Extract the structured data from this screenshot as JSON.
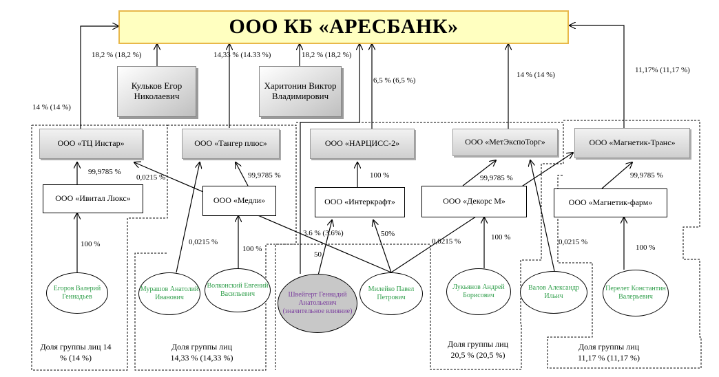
{
  "title": "ООО КБ «АРЕСБАНК»",
  "persons": {
    "kulkov": "Кульков Егор Николаевич",
    "kharitonin": "Харитонин Виктор Владимирович"
  },
  "companies": {
    "instar": "ООО «ТЦ Инстар»",
    "tanger": "ООО «Тангер плюс»",
    "narciss": "ООО «НАРЦИСС-2»",
    "metexpo": "ООО «МетЭкспоТорг»",
    "magnetik_trans": "ООО «Магнетик-Транс»",
    "ivital": "ООО «Ивитал Люкс»",
    "medli": "ООО «Медли»",
    "interkraft": "ООО «Интеркрафт»",
    "dekors": "ООО «Декорс М»",
    "magnetik_farm": "ООО «Магнетик-фарм»"
  },
  "individuals": {
    "egorov": "Егоров Валерий Геннадьев",
    "murashov": "Мурашов Анатолий Иванович",
    "volkonsky": "Волконский Евгений Васильевич",
    "shveigert": "Швейгерт Геннадий Анатольевич (значительное влияние)",
    "mileiko": "Милейко Павел Петрович",
    "lukyanov": "Лукьянов Андрей Борисович",
    "valov": "Валов Александр Ильич",
    "perelet": "Перелет Константин Валерьевич"
  },
  "shares": {
    "kulkov": "18,2 % (18,2 %)",
    "tanger": "14,33 % (14.33 %)",
    "kharitonin": "18,2 % (18,2 %)",
    "narciss": "6,5 % (6,5 %)",
    "metexpo": "14 % (14 %)",
    "magnetik": "11,17% (11,17 %)",
    "instar": "14 % (14 %)",
    "ivital_instar": "99,9785 %",
    "medli_tanger": "99,9785 %",
    "interkraft_narciss": "100 %",
    "dekors_metexpo": "99,9785 %",
    "farm_magnetik": "99,9785 %",
    "mileiko_instar": "0,0215 %",
    "murashov_tanger": "0,0215 %",
    "mileiko_metexpo": "0,0215 %",
    "valov_magnetik": "0,0215 %",
    "egorov_ivital": "100 %",
    "volkonsky_medli": "100 %",
    "shveigert_interkraft": "3.6 % (3.6%)",
    "shveigert_50": "50",
    "mileiko_interkraft": "50%",
    "lukyanov_dekors": "100 %",
    "perelet_farm": "100 %"
  },
  "groups": {
    "g1": "Доля группы лиц 14 % (14 %)",
    "g2": "Доля группы лиц 14,33 % (14,33 %)",
    "g3": "Доля группы лиц 20,5 % (20,5 %)",
    "g4": "Доля группы лиц 11,17 % (11,17 %)"
  }
}
